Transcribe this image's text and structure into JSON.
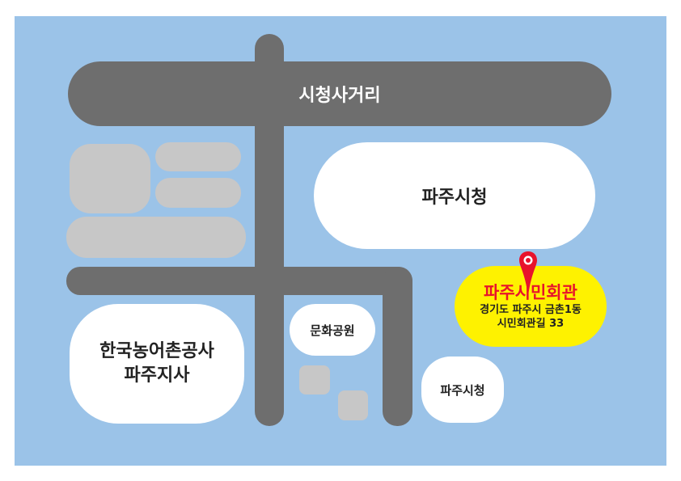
{
  "colors": {
    "water": "#9bc3e8",
    "road": "#6e6e6e",
    "block": "#c7c7c7",
    "building": "#ffffff",
    "highlight": "#fef200",
    "marker": "#e8132b"
  },
  "roads": {
    "main_road_label": "시청사거리"
  },
  "buildings": {
    "city_hall_large": "파주시청",
    "krc_line1": "한국농어촌공사",
    "krc_line2": "파주지사",
    "culture_park": "문화공원",
    "city_hall_small": "파주시청"
  },
  "destination": {
    "name": "파주시민회관",
    "address_line1": "경기도 파주시 금촌1동",
    "address_line2": "시민회관길 33",
    "icon": "map-pin-icon"
  }
}
